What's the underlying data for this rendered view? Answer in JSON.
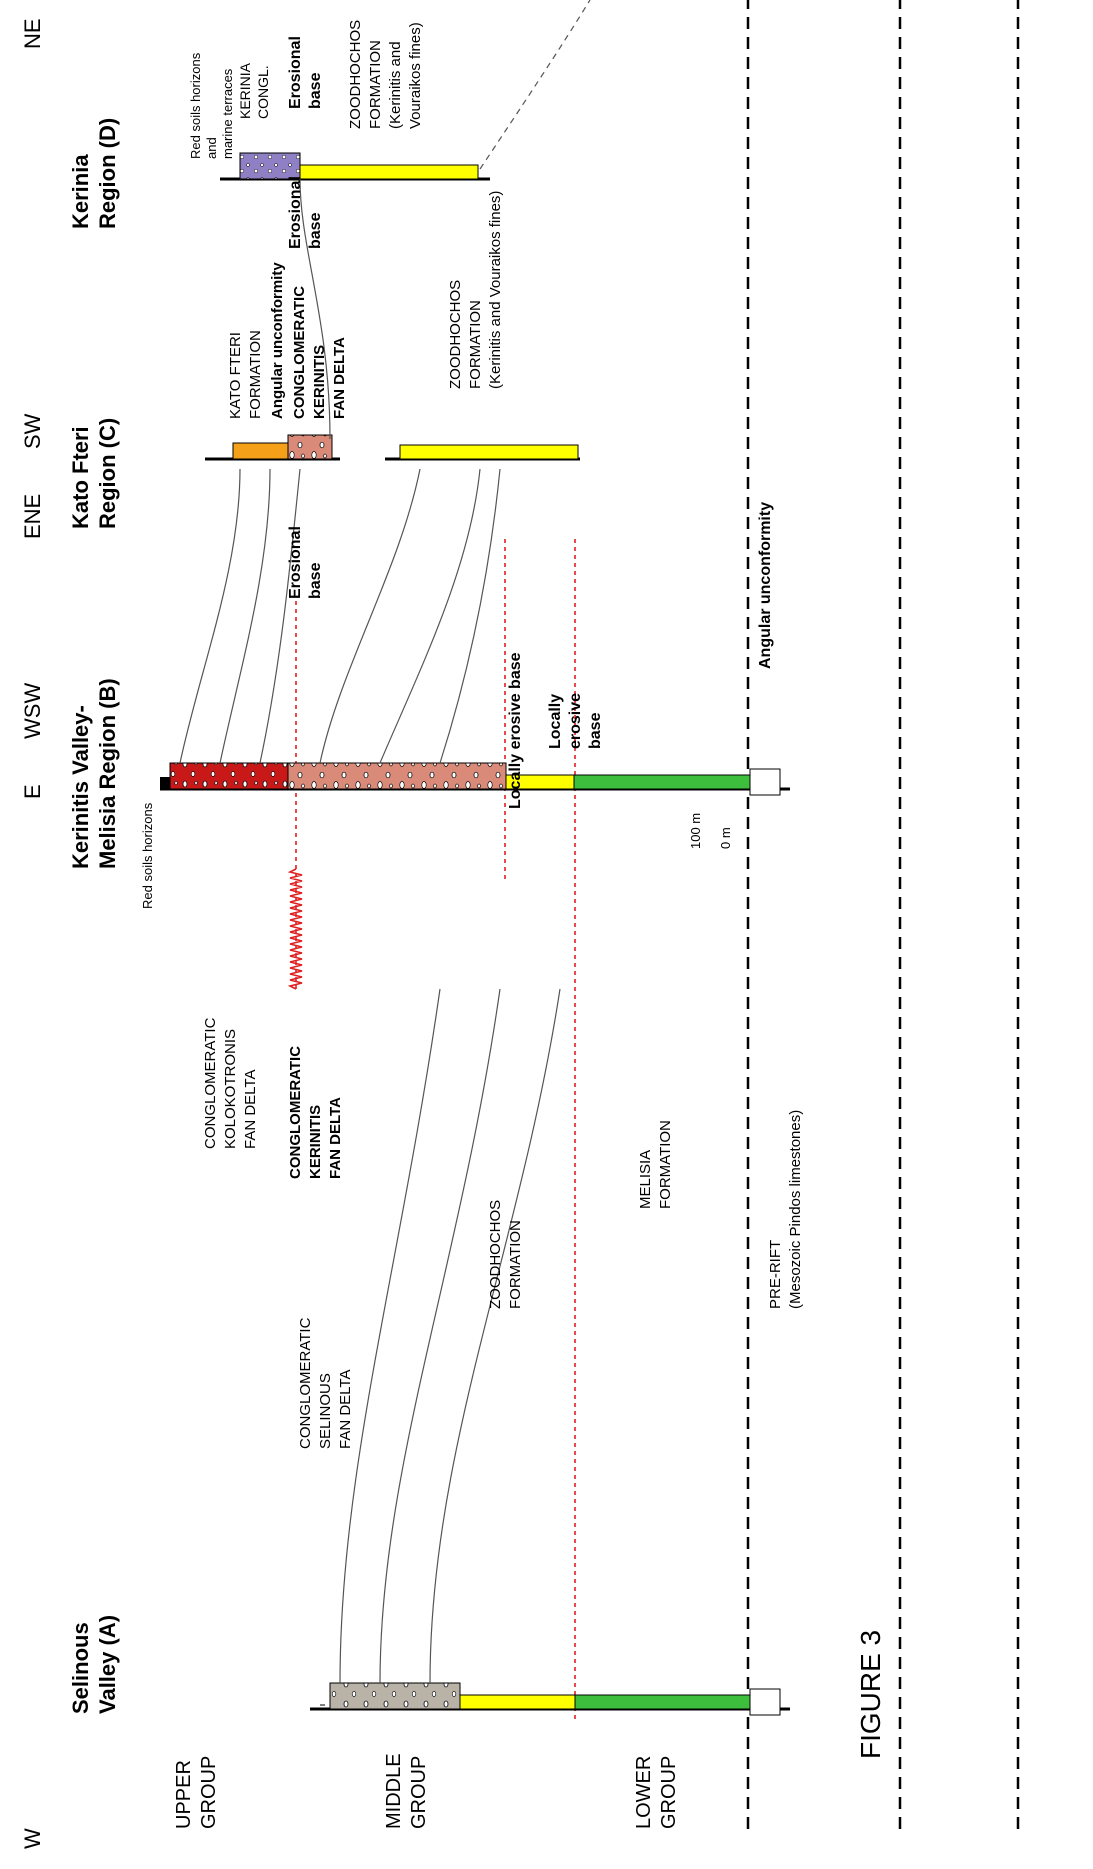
{
  "figure_label": "FIGURE 3",
  "directions": {
    "w": "W",
    "e": "E",
    "wsw": "WSW",
    "ene": "ENE",
    "sw": "SW",
    "ne": "NE"
  },
  "regions": {
    "a_line1": "Selinous",
    "a_line2": "Valley (A)",
    "b_line1": "Kerinitis Valley-",
    "b_line2": "Melisia Region (B)",
    "c_line1": "Kato Fteri",
    "c_line2": "Region (C)",
    "d_line1": "Kerinia",
    "d_line2": "Region (D)"
  },
  "groups": {
    "upper_1": "UPPER",
    "upper_2": "GROUP",
    "middle_1": "MIDDLE",
    "middle_2": "GROUP",
    "lower_1": "LOWER",
    "lower_2": "GROUP"
  },
  "labels": {
    "selinous_1": "CONGLOMERATIC",
    "selinous_2": "SELINOUS",
    "selinous_3": "FAN DELTA",
    "kolokotronis_1": "CONGLOMERATIC",
    "kolokotronis_2": "KOLOKOTRONIS",
    "kolokotronis_3": "FAN DELTA",
    "kerinitis_1": "CONGLOMERATIC",
    "kerinitis_2": "KERINITIS",
    "kerinitis_3": "FAN DELTA",
    "zood_1": "ZOODHOCHOS",
    "zood_2": "FORMATION",
    "melisia_1": "MELISIA",
    "melisia_2": "FORMATION",
    "prerift_1": "PRE-RIFT",
    "prerift_2": "(Mesozoic Pindos limestones)",
    "red_soils": "Red soils horizons",
    "angular_unconf": "Angular unconformity",
    "locally_erosive_base": "Locally erosive base",
    "locally_1": "Locally",
    "locally_2": "erosive",
    "locally_3": "base",
    "erosional_1": "Erosional",
    "erosional_2": "base",
    "scale_100": "100 m",
    "scale_0": "0 m",
    "kato_fteri_1": "KATO FTERI",
    "kato_fteri_2": "FORMATION",
    "angular_c": "Angular unconformity",
    "kerinitis_c_1": "CONGLOMERATIC",
    "kerinitis_c_2": "KERINITIS",
    "kerinitis_c_3": "FAN DELTA",
    "zood_c_1": "ZOODHOCHOS",
    "zood_c_2": "FORMATION",
    "zood_c_3": "(Kerinitis and Vouraikos fines)",
    "erosional_c_1": "Erosional",
    "erosional_c_2": "base",
    "red_soils_d_1": "Red soils horizons",
    "red_soils_d_2": "and",
    "red_soils_d_3": "marine terraces",
    "kerinia_1": "KERINIA",
    "kerinia_2": "CONGL.",
    "erosional_d_1": "Erosional",
    "erosional_d_2": "base",
    "zood_d_1": "ZOODHOCHOS",
    "zood_d_2": "FORMATION",
    "zood_d_3": "(Kerinitis and",
    "zood_d_4": "Vouraikos fines)"
  },
  "colors": {
    "conglomerate_red": "#c81818",
    "conglomerate_salmon": "#d98a78",
    "conglomerate_grey": "#b9b2a6",
    "zoodhochos_yellow": "#ffff00",
    "melisia_green": "#3dbf3d",
    "kato_fteri_orange": "#f5a019",
    "kerinia_purple": "#8f7fc4",
    "boundary_red": "#e02020"
  }
}
